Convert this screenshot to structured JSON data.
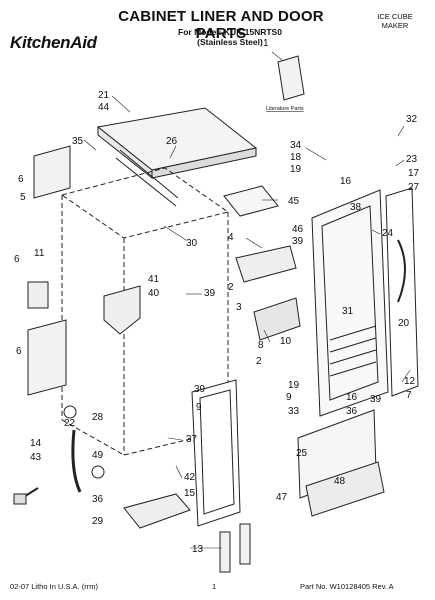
{
  "header": {
    "title": "CABINET LINER AND DOOR PARTS",
    "model_line": "For Model: KUIC15NRTS0",
    "finish": "(Stainless Steel)",
    "brand": "KitchenAid",
    "category_line1": "ICE CUBE",
    "category_line2": "MAKER"
  },
  "literature_label": "Literature Parts",
  "callouts": [
    "1",
    "2",
    "3",
    "4",
    "5",
    "6",
    "7",
    "8",
    "9",
    "10",
    "11",
    "12",
    "13",
    "14",
    "15",
    "16",
    "17",
    "18",
    "19",
    "20",
    "21",
    "22",
    "23",
    "24",
    "25",
    "26",
    "27",
    "28",
    "29",
    "30",
    "31",
    "32",
    "33",
    "34",
    "35",
    "36",
    "37",
    "38",
    "39",
    "40",
    "41",
    "42",
    "43",
    "44",
    "45",
    "46",
    "47",
    "48",
    "49"
  ],
  "footer": {
    "left": "02-07 Litho In U.S.A. (rrm)",
    "page": "1",
    "part_number": "Part No. W10128405 Rev. A"
  }
}
